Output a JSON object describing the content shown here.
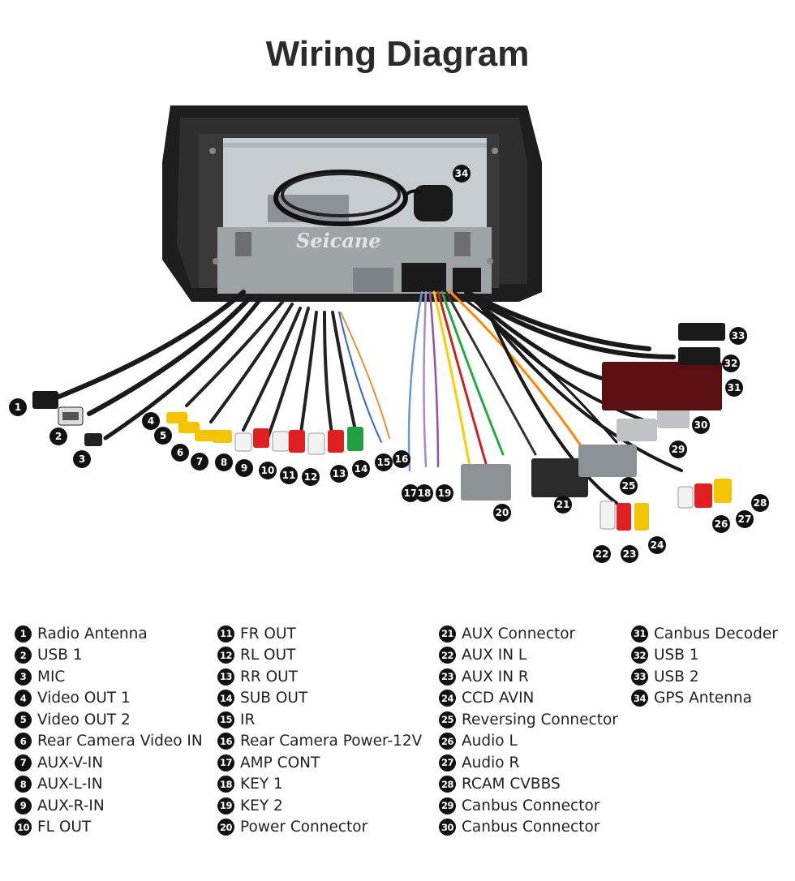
{
  "title": "Wiring Diagram",
  "watermark": "Seicane",
  "legend": [
    {
      "num": "1",
      "label": "Radio Antenna"
    },
    {
      "num": "2",
      "label": "USB 1"
    },
    {
      "num": "3",
      "label": "MIC"
    },
    {
      "num": "4",
      "label": "Video OUT 1"
    },
    {
      "num": "5",
      "label": "Video OUT 2"
    },
    {
      "num": "6",
      "label": "Rear Camera Video IN"
    },
    {
      "num": "7",
      "label": "AUX-V-IN"
    },
    {
      "num": "8",
      "label": "AUX-L-IN"
    },
    {
      "num": "9",
      "label": "AUX-R-IN"
    },
    {
      "num": "10",
      "label": "FL OUT"
    },
    {
      "num": "11",
      "label": "FR OUT"
    },
    {
      "num": "12",
      "label": "RL OUT"
    },
    {
      "num": "13",
      "label": "RR OUT"
    },
    {
      "num": "14",
      "label": "SUB OUT"
    },
    {
      "num": "15",
      "label": "IR"
    },
    {
      "num": "16",
      "label": "Rear Camera Power-12V"
    },
    {
      "num": "17",
      "label": "AMP CONT"
    },
    {
      "num": "18",
      "label": "KEY 1"
    },
    {
      "num": "19",
      "label": "KEY 2"
    },
    {
      "num": "20",
      "label": "Power Connector"
    },
    {
      "num": "21",
      "label": "AUX Connector"
    },
    {
      "num": "22",
      "label": "AUX IN L"
    },
    {
      "num": "23",
      "label": "AUX IN R"
    },
    {
      "num": "24",
      "label": "CCD AVIN"
    },
    {
      "num": "25",
      "label": "Reversing Connector"
    },
    {
      "num": "26",
      "label": "Audio L"
    },
    {
      "num": "27",
      "label": "Audio R"
    },
    {
      "num": "28",
      "label": "RCAM CVBBS"
    },
    {
      "num": "29",
      "label": "Canbus Connector"
    },
    {
      "num": "30",
      "label": "Canbus Connector"
    },
    {
      "num": "31",
      "label": "Canbus Decoder"
    },
    {
      "num": "32",
      "label": "USB 1"
    },
    {
      "num": "33",
      "label": "USB 2"
    },
    {
      "num": "34",
      "label": "GPS Antenna"
    }
  ],
  "callouts": [
    "1",
    "2",
    "3",
    "4",
    "5",
    "6",
    "7",
    "8",
    "9",
    "10",
    "11",
    "12",
    "13",
    "14",
    "15",
    "16",
    "17",
    "18",
    "19",
    "20",
    "21",
    "22",
    "23",
    "24",
    "25",
    "26",
    "27",
    "28",
    "29",
    "30",
    "31",
    "32",
    "33",
    "34"
  ]
}
